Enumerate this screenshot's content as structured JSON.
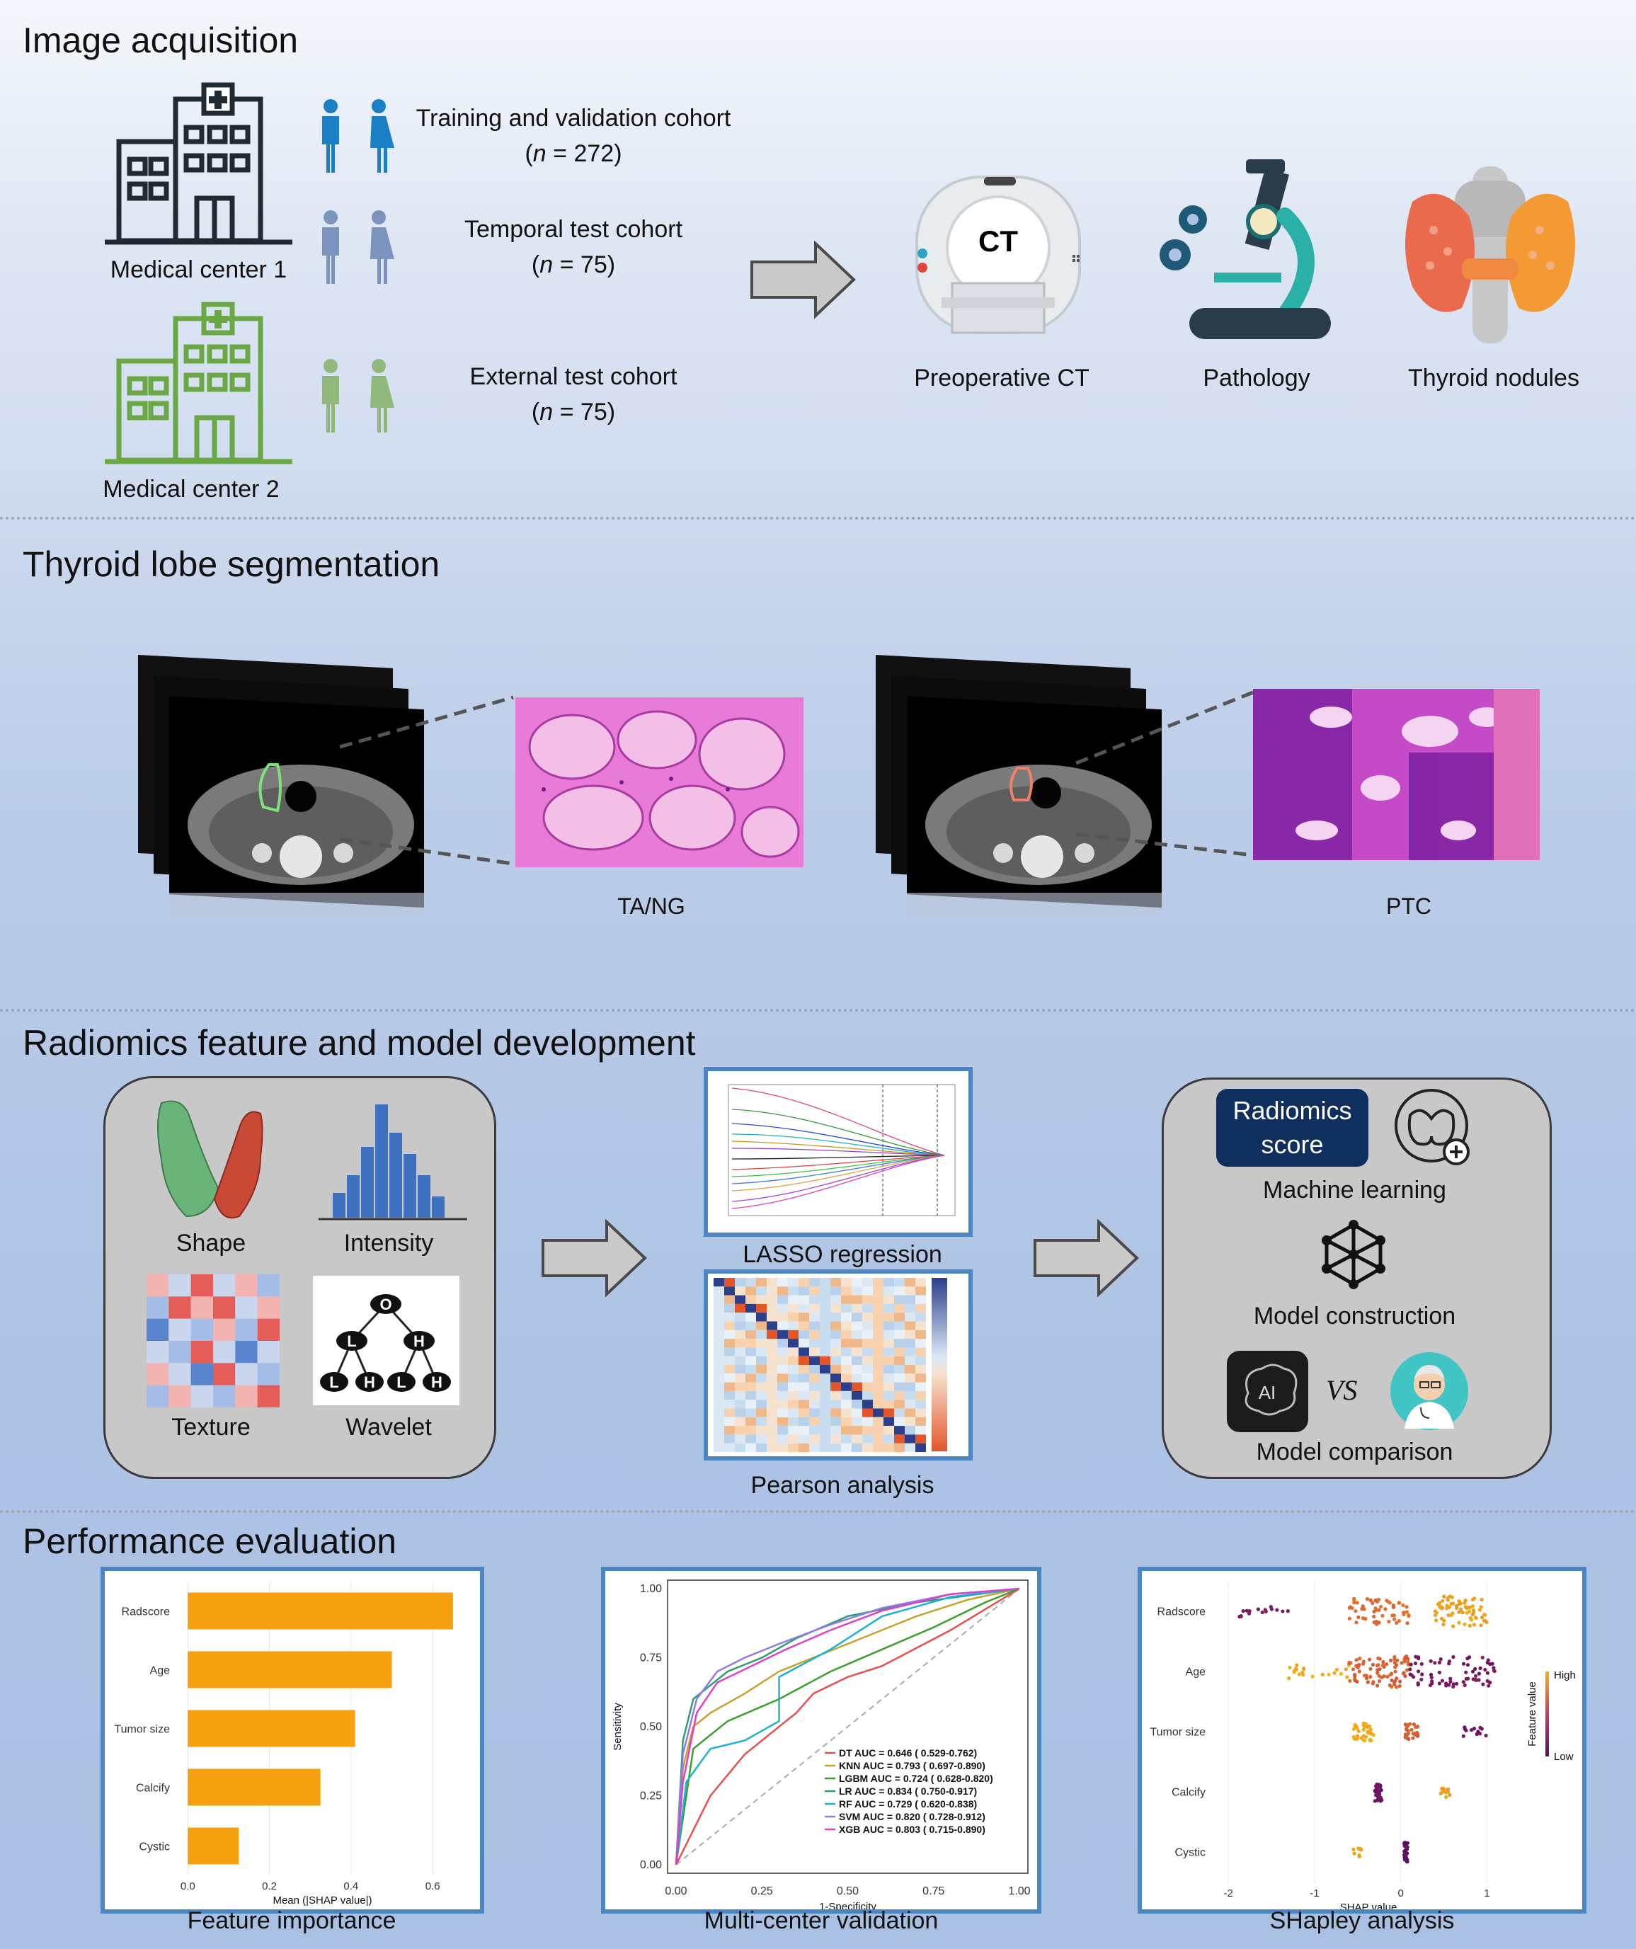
{
  "sections": {
    "image_acquisition": "Image acquisition",
    "segmentation": "Thyroid lobe segmentation",
    "radiomics": "Radiomics feature and model development",
    "performance": "Performance evaluation"
  },
  "acquisition": {
    "center1": "Medical center 1",
    "center2": "Medical center 2",
    "cohort_training": "Training and validation cohort",
    "cohort_training_n": "272",
    "cohort_temporal": "Temporal test cohort",
    "cohort_temporal_n": "75",
    "cohort_external": "External test cohort",
    "cohort_external_n": "75",
    "n_symbol": "n",
    "ct_text": "CT",
    "preop_ct": "Preoperative CT",
    "pathology": "Pathology",
    "thyroid_nodules": "Thyroid nodules"
  },
  "segmentation": {
    "label_left": "TA/NG",
    "label_right": "PTC"
  },
  "radiomics": {
    "shape": "Shape",
    "intensity": "Intensity",
    "texture": "Texture",
    "wavelet": "Wavelet",
    "wavelet_nodes": [
      "O",
      "L",
      "H",
      "L",
      "H",
      "L",
      "H"
    ],
    "lasso": "LASSO regression",
    "pearson": "Pearson analysis",
    "radiomics_score": "Radiomics score",
    "machine_learning": "Machine learning",
    "model_construction": "Model construction",
    "vs": "VS",
    "model_comparison": "Model comparison",
    "ai_text": "AI"
  },
  "performance": {
    "feature_importance": "Feature importance",
    "multicenter": "Multi-center validation",
    "shapley": "SHapley analysis"
  },
  "chart_data": [
    {
      "type": "bar",
      "orientation": "horizontal",
      "categories": [
        "Radscore",
        "Age",
        "Tumor size",
        "Calcify",
        "Cystic"
      ],
      "values": [
        0.65,
        0.5,
        0.41,
        0.325,
        0.125
      ],
      "xlabel": "Mean (|SHAP value|)",
      "xticks": [
        "0.0",
        "0.2",
        "0.4",
        "0.6"
      ],
      "xlim": [
        -0.03,
        0.69
      ],
      "color": "#f5a00f"
    },
    {
      "type": "line",
      "xlabel": "1-Specificity",
      "ylabel": "Sensitivity",
      "xticks": [
        "0.00",
        "0.25",
        "0.50",
        "0.75",
        "1.00"
      ],
      "yticks": [
        "0.00",
        "0.25",
        "0.50",
        "0.75",
        "1.00"
      ],
      "xlim": [
        0,
        1
      ],
      "ylim": [
        0,
        1
      ],
      "legend_position": "bottom-right",
      "series": [
        {
          "name": "DT AUC = 0.646 ( 0.529-0.762)",
          "color": "#e8504a",
          "points": [
            [
              0,
              0
            ],
            [
              0.1,
              0.25
            ],
            [
              0.2,
              0.4
            ],
            [
              0.35,
              0.55
            ],
            [
              0.4,
              0.62
            ],
            [
              0.5,
              0.68
            ],
            [
              0.6,
              0.72
            ],
            [
              0.8,
              0.85
            ],
            [
              1,
              1
            ]
          ]
        },
        {
          "name": "KNN AUC = 0.793 ( 0.697-0.890)",
          "color": "#c8a02a",
          "points": [
            [
              0,
              0
            ],
            [
              0.02,
              0.35
            ],
            [
              0.05,
              0.5
            ],
            [
              0.1,
              0.55
            ],
            [
              0.2,
              0.62
            ],
            [
              0.3,
              0.7
            ],
            [
              0.5,
              0.8
            ],
            [
              0.7,
              0.9
            ],
            [
              0.85,
              0.96
            ],
            [
              1,
              1
            ]
          ]
        },
        {
          "name": "LGBM AUC = 0.724 ( 0.628-0.820)",
          "color": "#3aa02a",
          "points": [
            [
              0,
              0
            ],
            [
              0.05,
              0.42
            ],
            [
              0.15,
              0.52
            ],
            [
              0.3,
              0.6
            ],
            [
              0.45,
              0.7
            ],
            [
              0.6,
              0.78
            ],
            [
              0.75,
              0.86
            ],
            [
              0.9,
              0.95
            ],
            [
              1,
              1
            ]
          ]
        },
        {
          "name": "LR AUC = 0.834 ( 0.750-0.917)",
          "color": "#2aa070",
          "points": [
            [
              0,
              0
            ],
            [
              0.02,
              0.45
            ],
            [
              0.05,
              0.6
            ],
            [
              0.1,
              0.65
            ],
            [
              0.15,
              0.7
            ],
            [
              0.25,
              0.75
            ],
            [
              0.35,
              0.82
            ],
            [
              0.5,
              0.9
            ],
            [
              0.7,
              0.95
            ],
            [
              1,
              1
            ]
          ]
        },
        {
          "name": "RF AUC = 0.729 ( 0.620-0.838)",
          "color": "#1ab0d8",
          "points": [
            [
              0,
              0
            ],
            [
              0.03,
              0.3
            ],
            [
              0.1,
              0.42
            ],
            [
              0.2,
              0.45
            ],
            [
              0.3,
              0.52
            ],
            [
              0.3,
              0.68
            ],
            [
              0.45,
              0.78
            ],
            [
              0.6,
              0.9
            ],
            [
              0.8,
              0.97
            ],
            [
              1,
              1
            ]
          ]
        },
        {
          "name": "SVM AUC = 0.820 ( 0.728-0.912)",
          "color": "#8f7ae8",
          "points": [
            [
              0,
              0
            ],
            [
              0.02,
              0.4
            ],
            [
              0.06,
              0.6
            ],
            [
              0.12,
              0.7
            ],
            [
              0.2,
              0.75
            ],
            [
              0.3,
              0.8
            ],
            [
              0.45,
              0.87
            ],
            [
              0.6,
              0.93
            ],
            [
              0.8,
              0.98
            ],
            [
              1,
              1
            ]
          ]
        },
        {
          "name": "XGB AUC = 0.803 ( 0.715-0.890)",
          "color": "#e040c8",
          "points": [
            [
              0,
              0
            ],
            [
              0.02,
              0.3
            ],
            [
              0.06,
              0.55
            ],
            [
              0.12,
              0.66
            ],
            [
              0.22,
              0.72
            ],
            [
              0.32,
              0.78
            ],
            [
              0.45,
              0.85
            ],
            [
              0.6,
              0.92
            ],
            [
              0.8,
              0.98
            ],
            [
              1,
              1
            ]
          ]
        }
      ]
    },
    {
      "type": "scatter",
      "subtype": "beeswarm",
      "categories": [
        "Radscore",
        "Age",
        "Tumor size",
        "Calcify",
        "Cystic"
      ],
      "xlabel": "SHAP value",
      "xticks": [
        "-2",
        "-1",
        "0",
        "1"
      ],
      "xlim": [
        -2.1,
        1.35
      ],
      "legend_title": "Feature value",
      "legend_high": "High",
      "legend_low": "Low"
    }
  ]
}
